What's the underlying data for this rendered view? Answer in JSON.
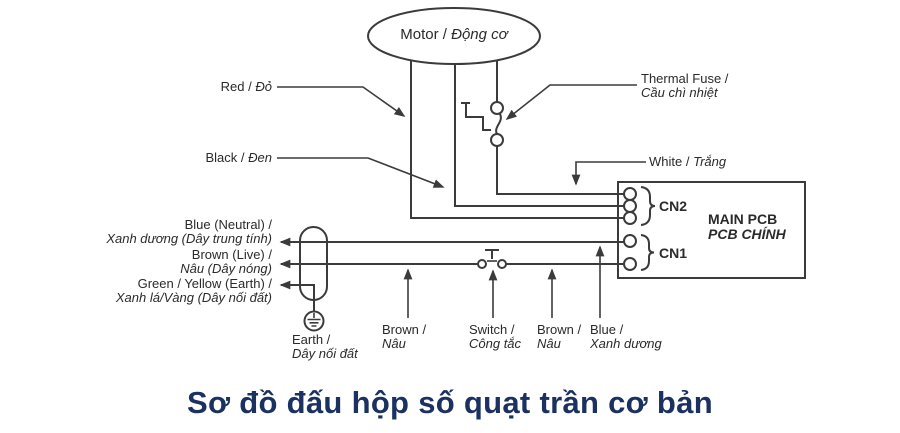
{
  "title": "Sơ đồ đấu hộp số quạt trần cơ bản",
  "motor": {
    "en": "Motor /",
    "vi": "Động cơ"
  },
  "labels": {
    "red": {
      "en": "Red /",
      "vi": "Đỏ"
    },
    "black": {
      "en": "Black /",
      "vi": "Đen"
    },
    "thermal_fuse": {
      "en": "Thermal Fuse /",
      "vi": "Cầu chì nhiệt"
    },
    "white": {
      "en": "White /",
      "vi": "Trắng"
    },
    "blue_neutral": {
      "en": "Blue (Neutral) /",
      "vi": "Xanh dương (Dây trung tính)"
    },
    "brown_live": {
      "en": "Brown (Live) /",
      "vi": "Nâu (Dây nóng)"
    },
    "green_earth": {
      "en": "Green / Yellow (Earth) /",
      "vi": "Xanh lá/Vàng (Dây nối đất)"
    },
    "earth": {
      "en": "Earth /",
      "vi": "Dây nối đất"
    },
    "brown_switch_left": {
      "en": "Brown /",
      "vi": "Nâu"
    },
    "switch": {
      "en": "Switch /",
      "vi": "Công tắc"
    },
    "brown_switch_right": {
      "en": "Brown /",
      "vi": "Nâu"
    },
    "blue_bottom": {
      "en": "Blue /",
      "vi": "Xanh dương"
    }
  },
  "pcb": {
    "name_en": "MAIN PCB",
    "name_vi": "PCB CHÍNH",
    "connector_top": "CN2",
    "connector_bottom": "CN1"
  },
  "colors": {
    "line": "#3b3b3b",
    "text": "#2a2a2a",
    "title": "#1b3160"
  }
}
